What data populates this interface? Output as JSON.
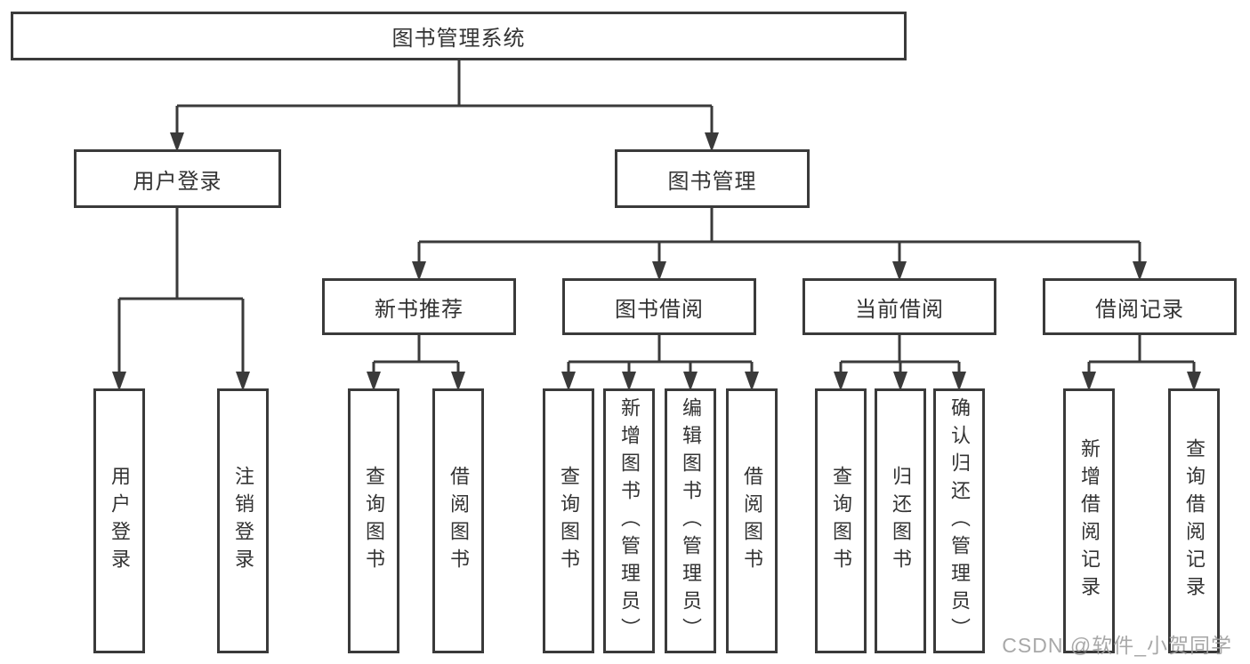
{
  "diagram": {
    "root": {
      "label": "图书管理系统"
    },
    "branches": [
      {
        "label": "用户登录",
        "children": [
          {
            "label": "用户登录"
          },
          {
            "label": "注销登录"
          }
        ]
      },
      {
        "label": "图书管理",
        "children": [
          {
            "label": "新书推荐",
            "children": [
              {
                "label": "查询图书"
              },
              {
                "label": "借阅图书"
              }
            ]
          },
          {
            "label": "图书借阅",
            "children": [
              {
                "label": "查询图书"
              },
              {
                "label": "新增图书（管理员）"
              },
              {
                "label": "编辑图书（管理员）"
              },
              {
                "label": "借阅图书"
              }
            ]
          },
          {
            "label": "当前借阅",
            "children": [
              {
                "label": "查询图书"
              },
              {
                "label": "归还图书"
              },
              {
                "label": "确认归还（管理员）"
              }
            ]
          },
          {
            "label": "借阅记录",
            "children": [
              {
                "label": "新增借阅记录"
              },
              {
                "label": "查询借阅记录"
              }
            ]
          }
        ]
      }
    ],
    "watermark": "CSDN @软件_小贺同学",
    "colors": {
      "line": "#3a3a3a",
      "text": "#333333",
      "watermark": "#9e9e9e",
      "background": "#ffffff"
    }
  }
}
